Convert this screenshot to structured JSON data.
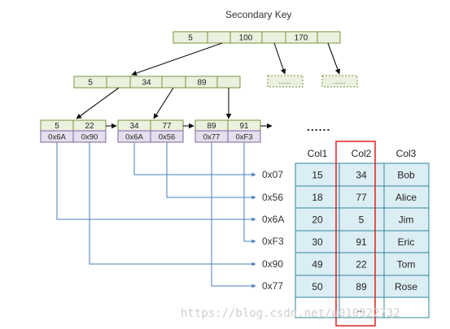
{
  "title": "Secondary Key",
  "colors": {
    "node_fill": "#ebf1de",
    "node_stroke": "#77933c",
    "ptr_fill": "#e4dfec",
    "ptr_stroke": "#8064a2",
    "table_fill": "#dbeef4",
    "table_stroke": "#31859c",
    "link": "#4a7ebb",
    "highlight": "#e02020"
  },
  "root_node": {
    "keys": [
      "5",
      "100",
      "170"
    ]
  },
  "internal_node": {
    "keys": [
      "5",
      "34",
      "89"
    ]
  },
  "placeholder_label": "......",
  "leaf_nodes": [
    {
      "keys": [
        "5",
        "22"
      ],
      "pointers": [
        "0x6A",
        "0x90"
      ]
    },
    {
      "keys": [
        "34",
        "77"
      ],
      "pointers": [
        "0x6A",
        "0x56"
      ]
    },
    {
      "keys": [
        "89",
        "91"
      ],
      "pointers": [
        "0x77",
        "0xF3"
      ]
    }
  ],
  "leaf_ellipsis": "......",
  "table": {
    "headers": [
      "Col1",
      "Col2",
      "Col3"
    ],
    "addresses": [
      "0x07",
      "0x56",
      "0x6A",
      "0xF3",
      "0x90",
      "0x77"
    ],
    "rows": [
      [
        "15",
        "34",
        "Bob"
      ],
      [
        "18",
        "77",
        "Alice"
      ],
      [
        "20",
        "5",
        "Jim"
      ],
      [
        "30",
        "91",
        "Eric"
      ],
      [
        "49",
        "22",
        "Tom"
      ],
      [
        "50",
        "89",
        "Rose"
      ],
      [
        "",
        "...",
        ""
      ]
    ]
  },
  "watermark": "https://blog.csdn.net/u010922732"
}
